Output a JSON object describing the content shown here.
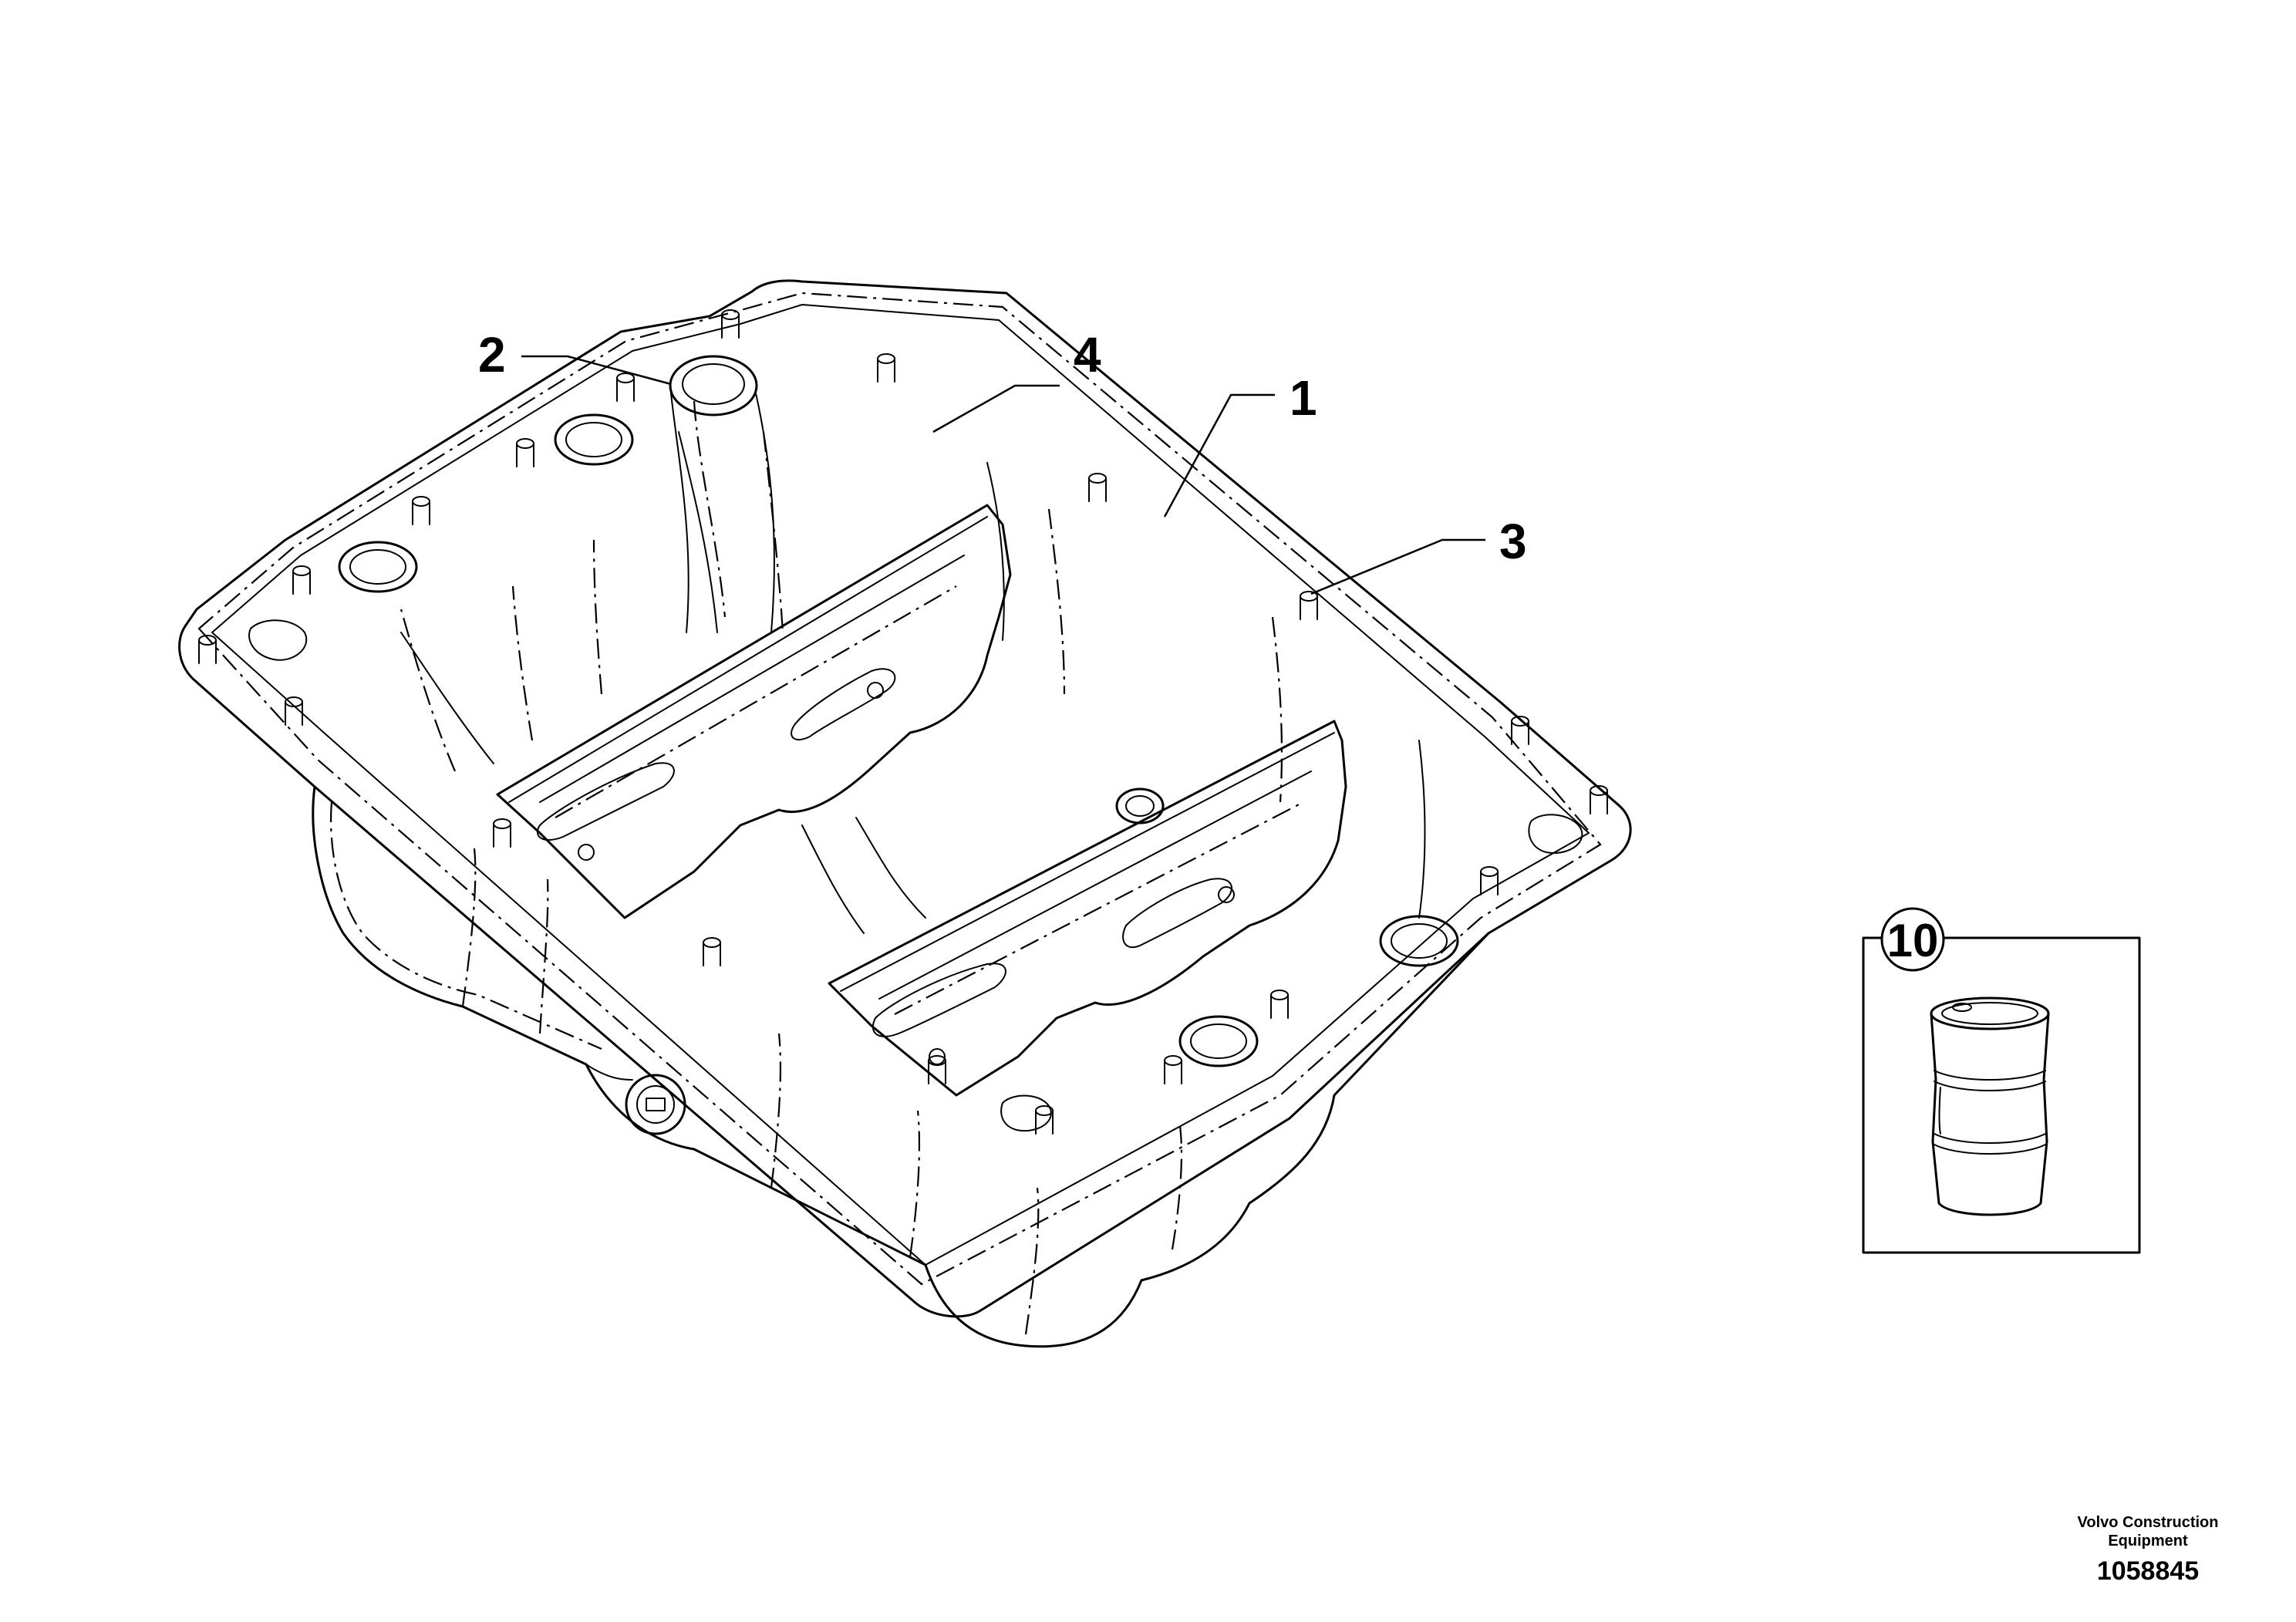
{
  "callouts": {
    "item_1": "1",
    "item_2": "2",
    "item_3": "3",
    "item_4": "4",
    "item_10": "10"
  },
  "footer": {
    "company": "Volvo Construction Equipment",
    "drawing_number": "1058845"
  },
  "icons": {
    "part_illustration": "oil-pan-icon",
    "kit_illustration": "oil-barrel-icon"
  }
}
